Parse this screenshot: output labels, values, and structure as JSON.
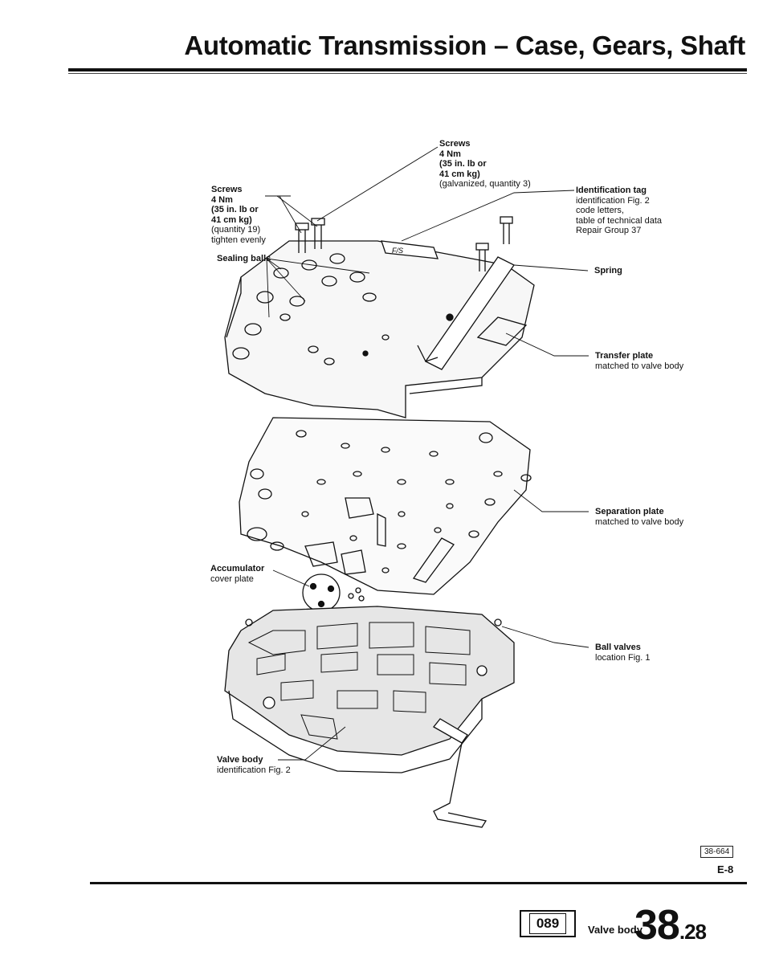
{
  "header": {
    "title": "Automatic Transmission – Case, Gears, Shaft"
  },
  "labels": {
    "screws_left": {
      "name": "Screws",
      "lines": [
        "4 Nm",
        "(35 in. lb or",
        "41 cm kg)",
        "(quantity 19)",
        "tighten evenly"
      ]
    },
    "sealing_balls": {
      "name": "Sealing balls"
    },
    "screws_top": {
      "name": "Screws",
      "lines": [
        "4 Nm",
        "(35 in. lb or",
        "41 cm kg)",
        "(galvanized, quantity 3)"
      ]
    },
    "identification_tag": {
      "name": "Identification tag",
      "lines": [
        "identification Fig. 2",
        "code letters,",
        "table of technical data",
        "Repair Group 37"
      ]
    },
    "spring": {
      "name": "Spring"
    },
    "transfer_plate": {
      "name": "Transfer plate",
      "lines": [
        "matched to valve body"
      ]
    },
    "separation_plate": {
      "name": "Separation plate",
      "lines": [
        "matched to valve body"
      ]
    },
    "accumulator": {
      "name": "Accumulator",
      "lines": [
        "cover plate"
      ]
    },
    "ball_valves": {
      "name": "Ball valves",
      "lines": [
        "location Fig. 1"
      ]
    },
    "valve_body": {
      "name": "Valve body",
      "lines": [
        "identification Fig. 2"
      ]
    }
  },
  "figure_number": "38-664",
  "page_code": "E-8",
  "footer": {
    "model_code": "089",
    "section": "Valve body",
    "page_major": "38",
    "page_minor": ".28"
  },
  "plate_tag_text": "F/S"
}
